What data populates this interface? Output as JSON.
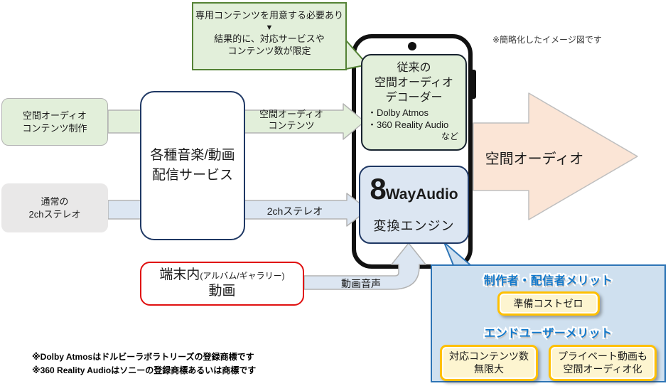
{
  "note_top_right": "※簡略化したイメージ図です",
  "callout_limitation": {
    "line1": "専用コンテンツを用意する必要あり",
    "arrow_down": "▼",
    "line2": "結果的に、対応サービスや",
    "line3": "コンテンツ数が限定"
  },
  "left_sources": {
    "spatial_production_line1": "空間オーディオ",
    "spatial_production_line2": "コンテンツ制作",
    "stereo_line1": "通常の",
    "stereo_line2": "2chステレオ"
  },
  "distribution": {
    "line1": "各種音楽/動画",
    "line2": "配信サービス"
  },
  "flow_labels": {
    "spatial_content_line1": "空間オーディオ",
    "spatial_content_line2": "コンテンツ",
    "stereo_2ch": "2chステレオ",
    "video_audio": "動画音声",
    "output_spatial": "空間オーディオ"
  },
  "phone": {
    "decoder": {
      "title1": "従来の",
      "title2": "空間オーディオ",
      "title3": "デコーダー",
      "item1": "・Dolby Atmos",
      "item2": "・360 Reality Audio",
      "suffix": "など"
    },
    "engine": {
      "logo_digit": "8",
      "logo_text": "WayAudio",
      "label": "変換エンジン"
    }
  },
  "device_video": {
    "title": "端末内",
    "title_note": "(アルバム/ギャラリー)",
    "line2": "動画"
  },
  "merit_panel": {
    "creator_heading": "制作者・配信者メリット",
    "creator_benefit": "準備コストゼロ",
    "enduser_heading": "エンドユーザーメリット",
    "benefit1_line1": "対応コンテンツ数",
    "benefit1_line2": "無限大",
    "benefit2_line1": "プライベート動画も",
    "benefit2_line2": "空間オーディオ化"
  },
  "footnotes": {
    "line1": "※Dolby Atmosはドルビーラボラトリーズの登録商標です",
    "line2": "※360 Reality Audioはソニーの登録商標あるいは商標です"
  },
  "colors": {
    "pale_green": "#e2efda",
    "green_border": "#548235",
    "pale_blue": "#dce6f2",
    "navy_border": "#1f3864",
    "peach_arrow": "#fbe5d6",
    "red_border": "#e01010",
    "merit_bg": "#cfe0ef",
    "merit_border": "#2e75b6",
    "merit_heading_blue": "#1279cc",
    "benefit_yellow_bg": "#fdf5d0",
    "benefit_yellow_border": "#ffc000",
    "gray_box": "#e9e8e8",
    "phone_black": "#111111"
  }
}
